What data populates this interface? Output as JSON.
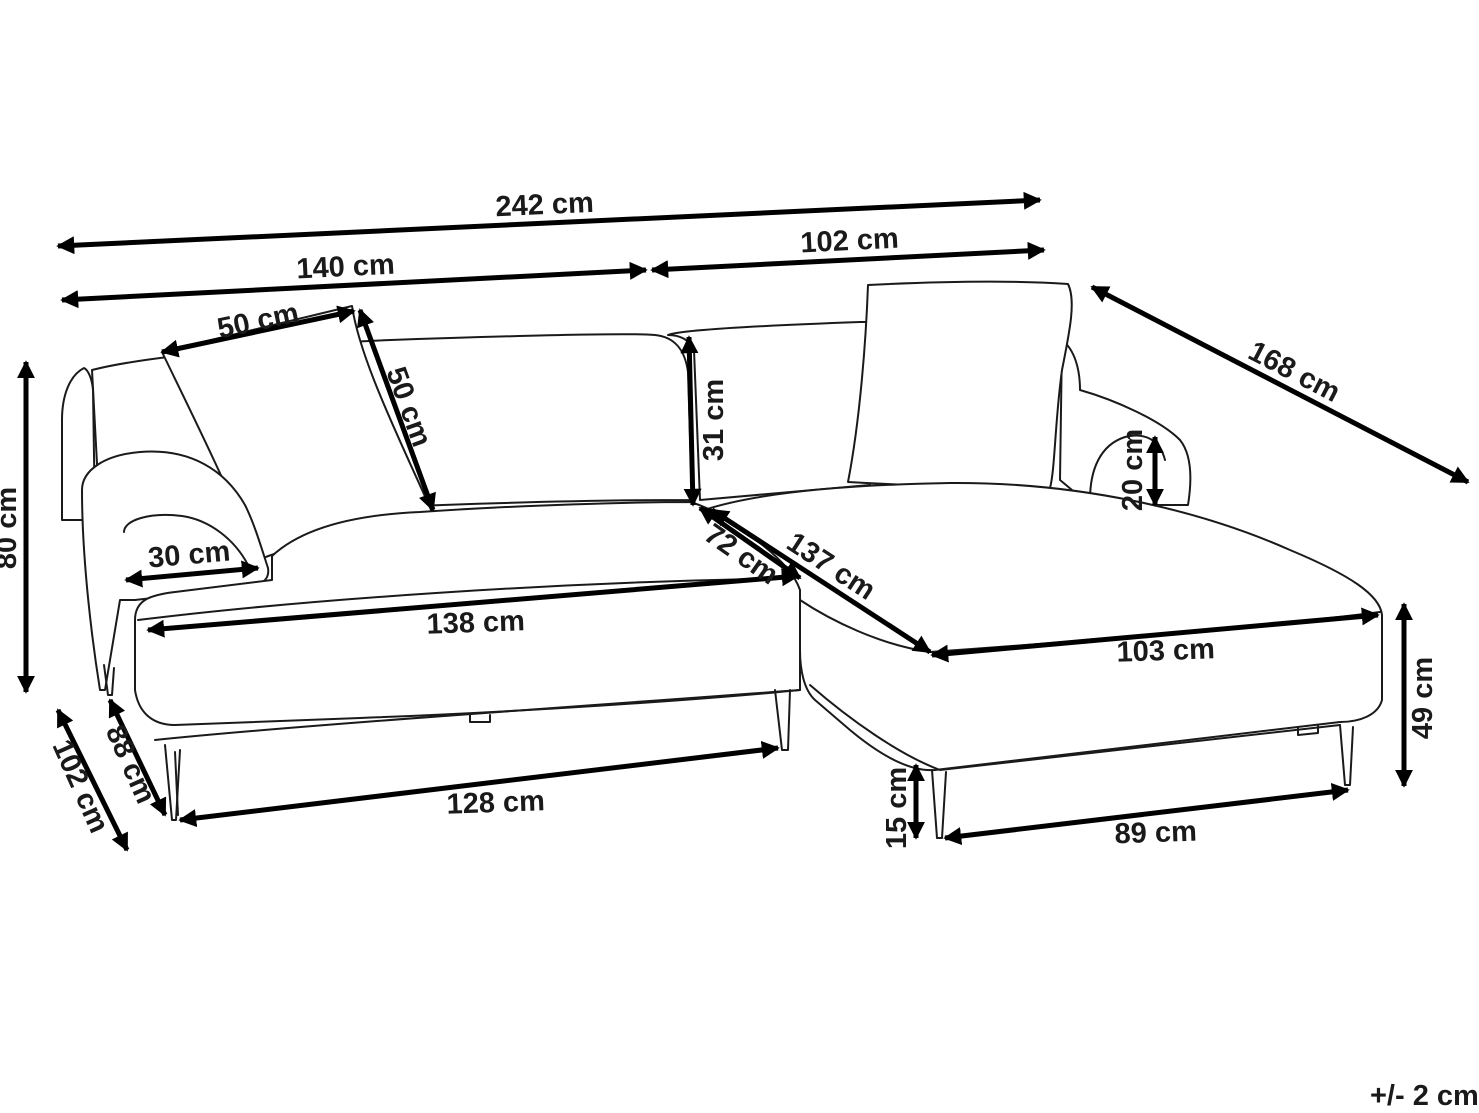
{
  "dimensions": {
    "total_width": "242 cm",
    "left_section_width": "140 cm",
    "chaise_section_width": "102 cm",
    "chaise_diagonal": "168 cm",
    "pillow_width": "50 cm",
    "pillow_height": "50 cm",
    "backrest_height": "31 cm",
    "total_height": "80 cm",
    "armrest_width": "30 cm",
    "chaise_arm_height": "20 cm",
    "seat_depth": "72 cm",
    "chaise_length": "137 cm",
    "seat_width": "138 cm",
    "chaise_seat_width": "103 cm",
    "seat_height": "49 cm",
    "side_depth_inner": "88 cm",
    "side_depth_outer": "102 cm",
    "legs_span_left": "128 cm",
    "leg_height": "15 cm",
    "legs_span_chaise": "89 cm"
  },
  "tolerance_note": "+/- 2 cm",
  "colors": {
    "line": "#1a1a1a",
    "background": "#ffffff"
  }
}
